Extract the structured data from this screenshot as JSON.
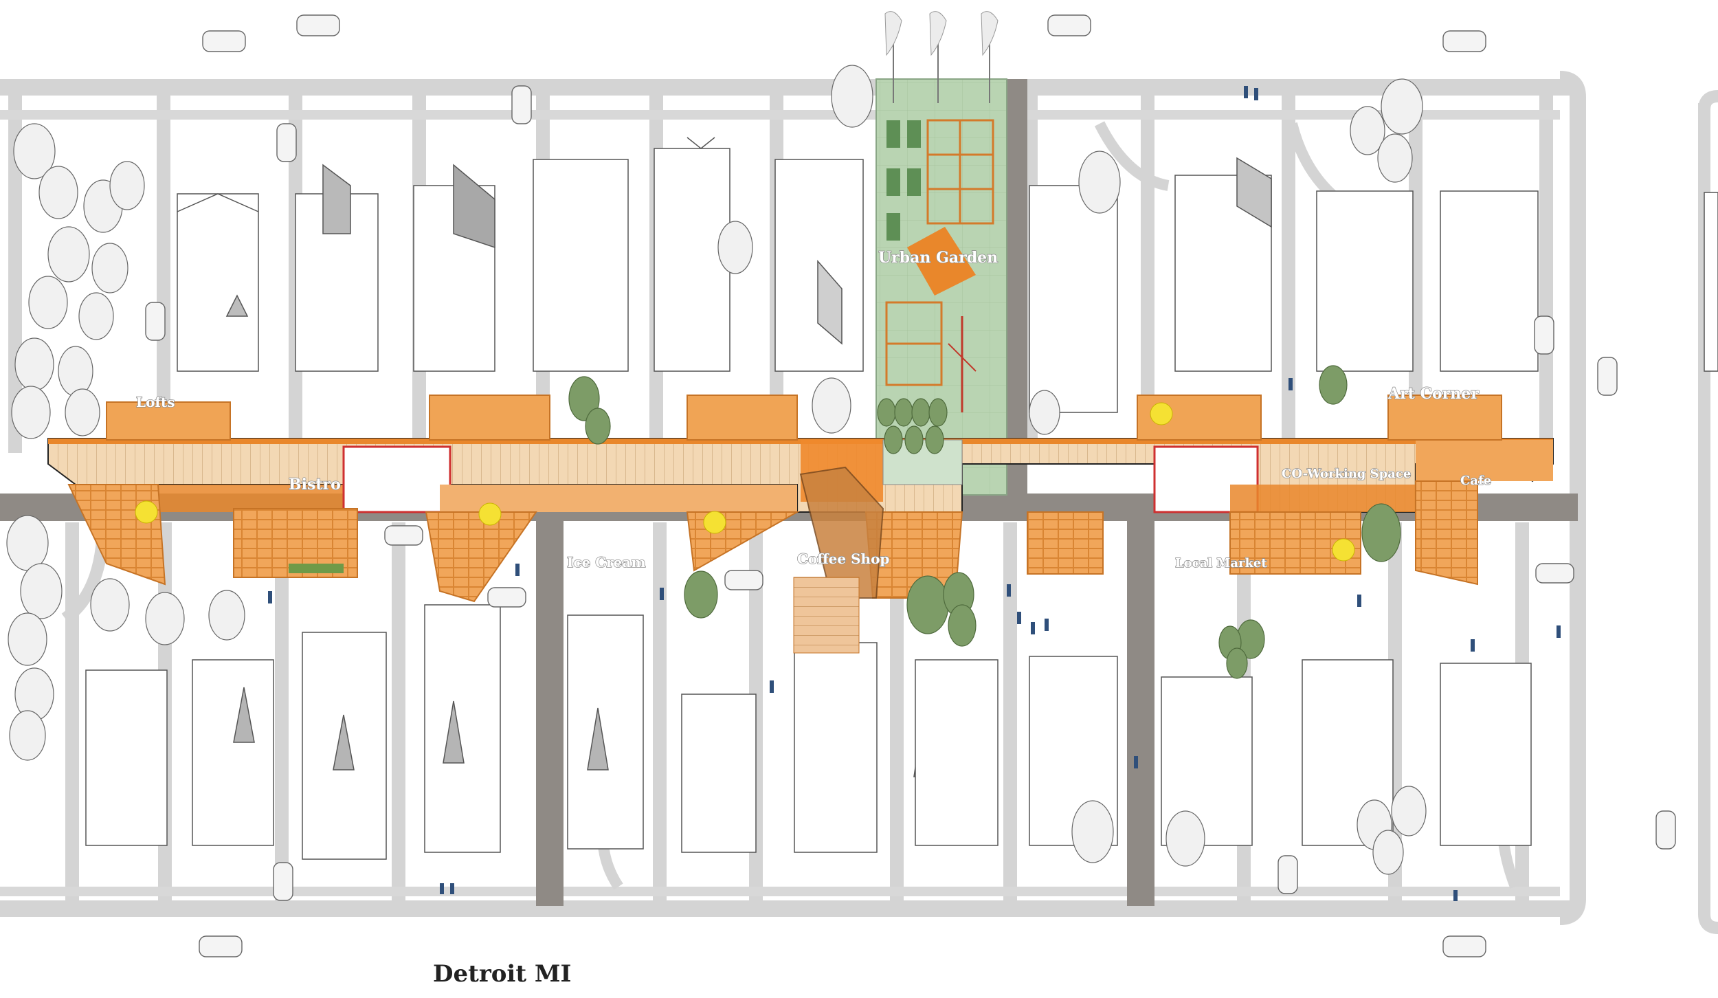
{
  "caption": "Detroit MI",
  "labels": {
    "lofts": "Lofts",
    "bistro": "Bistro",
    "urban_garden": "Urban Garden",
    "ice_cream": "Ice Cream",
    "coffee_shop": "Coffee Shop",
    "local_market": "Local Market",
    "co_working": "CO-Working Space",
    "art_corner": "Art Corner",
    "cafe": "Cafe"
  },
  "colors": {
    "road": "#d4d4d4",
    "alley": "#8f8a85",
    "deck": "#f0cfa4",
    "orange": "#e9872b",
    "garden": "#b7d3b1",
    "tree": "#7d9c67"
  },
  "icons": {
    "car": "car-icon",
    "tree": "tree-icon",
    "flag": "flag-icon",
    "person": "person-icon",
    "umbrella": "umbrella-icon"
  }
}
